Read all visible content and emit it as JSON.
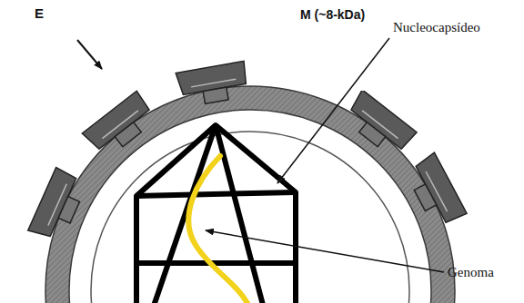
{
  "diagram": {
    "labels": [
      "E",
      "M (~8-kDa)",
      "Nucleocapsídeo",
      "Genoma"
    ]
  }
}
